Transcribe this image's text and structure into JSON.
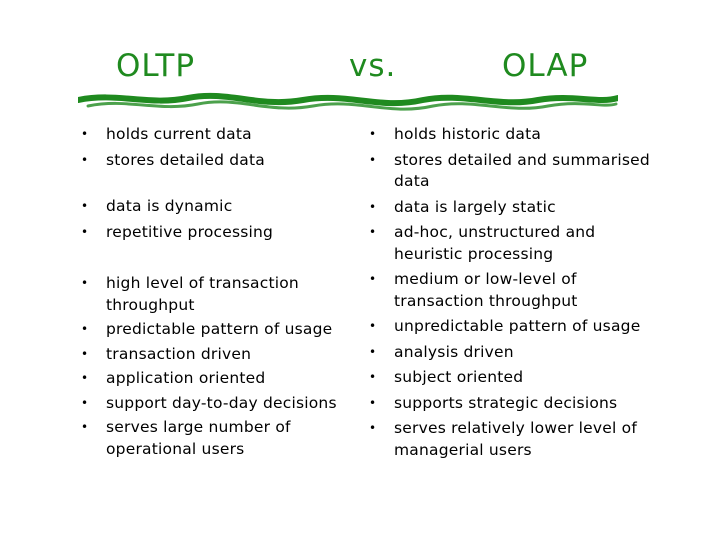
{
  "titles": {
    "left": "OLTP",
    "middle": "vs.",
    "right": "OLAP"
  },
  "colors": {
    "title": "#1f8a1f",
    "wave": "#1f8a1f"
  },
  "oltp_items": [
    "holds current data",
    "stores detailed data",
    "data is dynamic",
    "repetitive processing",
    "high level of transaction throughput",
    "predictable pattern of usage",
    "transaction driven",
    "application oriented",
    "support day-to-day decisions",
    "serves large number of operational users"
  ],
  "olap_items": [
    "holds historic data",
    "stores detailed and summarised data",
    "data is largely static",
    "ad-hoc, unstructured and heuristic processing",
    "medium or low-level of transaction throughput",
    "unpredictable pattern of usage",
    "analysis driven",
    "subject oriented",
    "supports strategic decisions",
    "serves relatively lower level of managerial users"
  ],
  "bullet_char": "•"
}
